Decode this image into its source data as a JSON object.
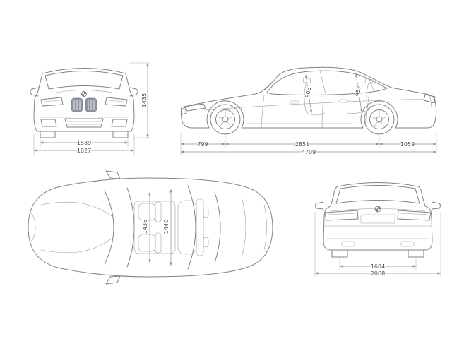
{
  "colors": {
    "car_line": "#7d828b",
    "dim_line": "#8a8f98",
    "label_text": "#4a4f57",
    "background": "#ffffff"
  },
  "front_view": {
    "track_width": "1589",
    "overall_width": "1827",
    "overall_height": "1435"
  },
  "side_view": {
    "front_overhang": "799",
    "wheelbase": "2851",
    "rear_overhang": "1059",
    "overall_length": "4709",
    "front_interior_dim": "903",
    "rear_interior_dim": "957"
  },
  "top_view": {
    "front_interior_width": "1436",
    "rear_interior_width": "1440"
  },
  "rear_view": {
    "rear_track": "1604",
    "width_with_mirrors": "2068"
  }
}
